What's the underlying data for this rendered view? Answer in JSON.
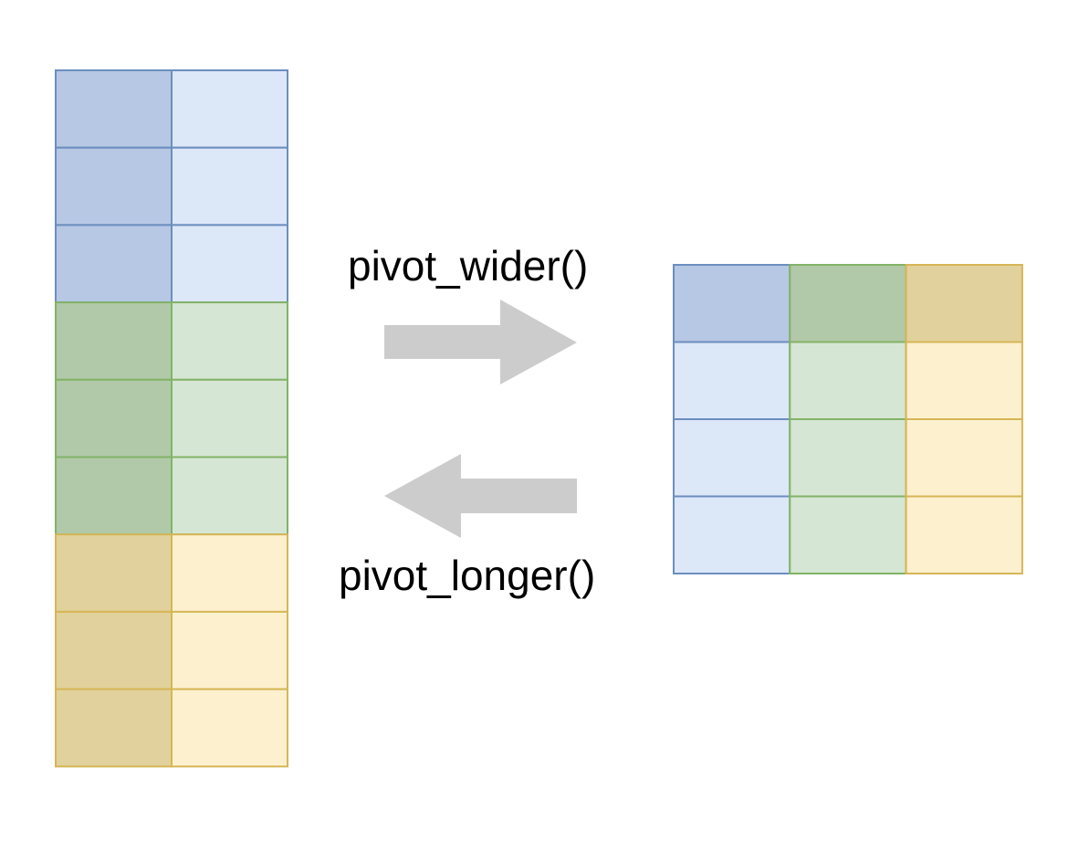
{
  "operations": {
    "wider": "pivot_wider()",
    "longer": "pivot_longer()"
  },
  "groups": [
    {
      "key": "blue",
      "key_fill": "#b7c8e4",
      "value_fill": "#dce7f8",
      "stroke": "#6c8ebf"
    },
    {
      "key": "green",
      "key_fill": "#b1c9a9",
      "value_fill": "#d6e6d4",
      "stroke": "#82b366"
    },
    {
      "key": "yellow",
      "key_fill": "#e1d19c",
      "value_fill": "#fcf0cf",
      "stroke": "#d6b656"
    }
  ],
  "long_table": {
    "rows_per_group": 3,
    "columns": 2
  },
  "wide_table": {
    "value_rows": 3,
    "columns": 3
  },
  "arrow_color": "#cccccc"
}
